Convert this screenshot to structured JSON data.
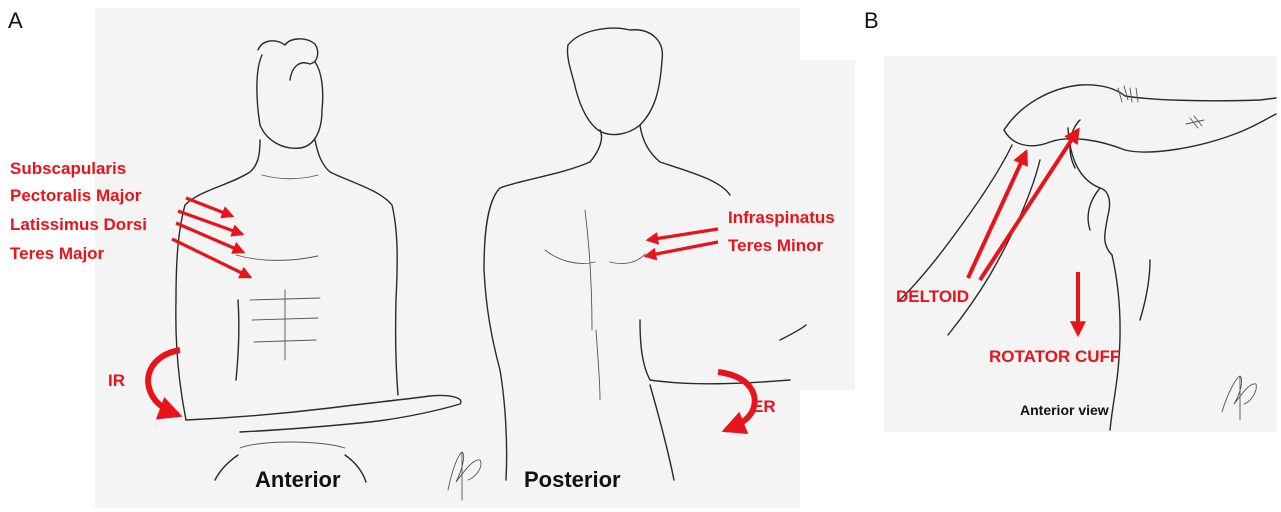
{
  "colors": {
    "annotation": "#e8141c",
    "ink": "#111111",
    "paper": "#f4f4f4",
    "background": "#ffffff"
  },
  "panel_a": {
    "letter": "A",
    "internal_rotators": [
      "Subscapularis",
      "Pectoralis Major",
      "Latissimus Dorsi",
      "Teres Major"
    ],
    "external_rotators": [
      "Infraspinatus",
      "Teres Minor"
    ],
    "ir_label": "IR",
    "er_label": "ER",
    "anterior_label": "Anterior",
    "posterior_label": "Posterior"
  },
  "panel_b": {
    "letter": "B",
    "deltoid_label": "DELTOID",
    "rotator_cuff_label": "ROTATOR CUFF",
    "view_label": "Anterior view"
  },
  "icons": [
    "red-arrow-icon",
    "curved-arrow-icon",
    "signature-icon"
  ]
}
